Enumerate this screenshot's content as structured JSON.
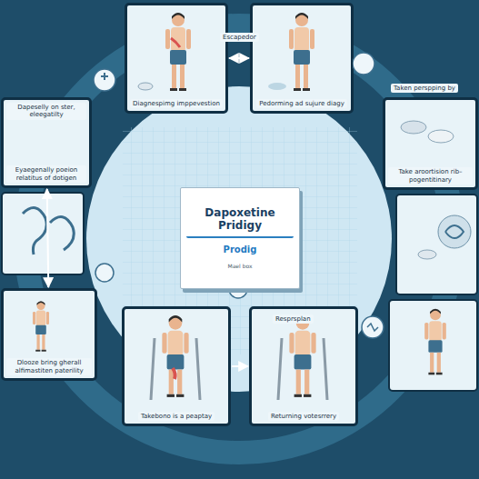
{
  "diagram": {
    "nodes": [
      {
        "text": [
          "Dapoxetine Pridigy",
          "Prodig",
          "Mael box"
        ]
      },
      {
        "text": [
          "Diagnespimg imppevestion"
        ]
      },
      {
        "text": [
          "Pedorming ad sujure diagy"
        ]
      },
      {
        "text": [
          "Dapeselly on ster, eleegatilty",
          "Eyaegenally poeion relatitus of dotigen"
        ]
      },
      {
        "text": [
          "Dlooze bring gherall alfimastiten paterility"
        ]
      },
      {
        "text": [
          "Takebono is a peaptay"
        ]
      },
      {
        "text": [
          "Returning votesrrery"
        ]
      },
      {
        "text": [
          "Take aroortision rib–pogentitinary"
        ]
      }
    ],
    "edges": [
      {
        "from": 1,
        "to": 2,
        "arrow": "both"
      },
      {
        "from": 3,
        "to": 4,
        "arrow": "both"
      },
      {
        "from": 5,
        "to": 6,
        "arrow": "to"
      }
    ],
    "labels": [
      "Escapedor",
      "Taken perspping by",
      "Resprsplan"
    ]
  }
}
